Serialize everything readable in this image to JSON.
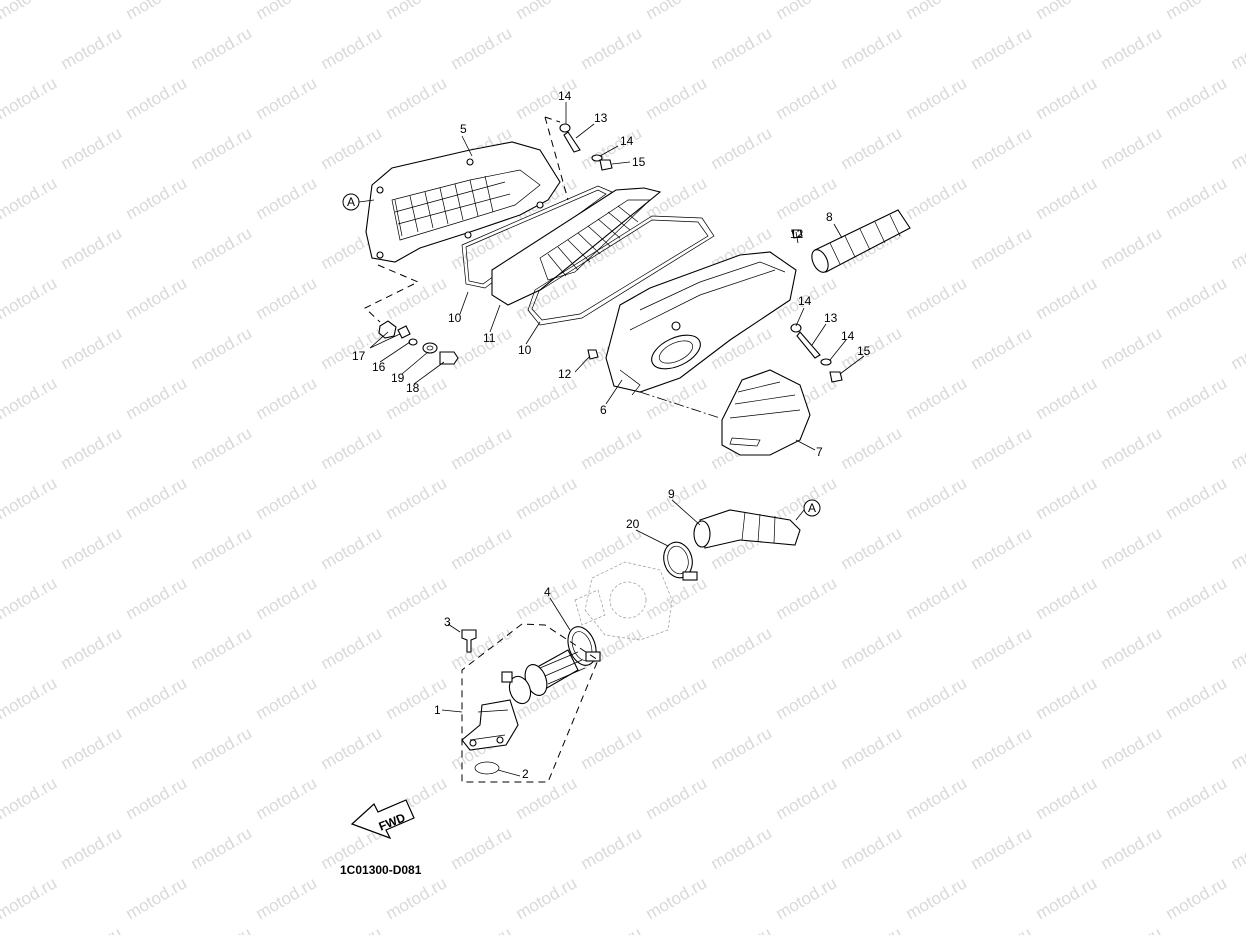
{
  "watermark": "motod.ru",
  "diagram_code": "1C01300-D081",
  "fwd_label": "FWD",
  "connector_ref": "A",
  "callouts": [
    "1",
    "2",
    "3",
    "4",
    "5",
    "6",
    "7",
    "8",
    "9",
    "10",
    "10",
    "11",
    "12",
    "12",
    "13",
    "13",
    "14",
    "14",
    "14",
    "14",
    "15",
    "15",
    "16",
    "17",
    "18",
    "19",
    "20"
  ]
}
